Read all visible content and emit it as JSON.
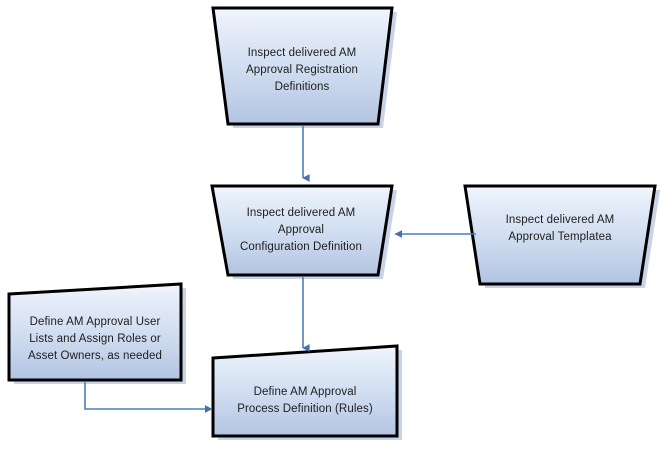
{
  "diagram": {
    "type": "flowchart",
    "background_color": "#ffffff",
    "shape_style": {
      "fill_top_color": "#eaf0fa",
      "fill_bottom_color": "#b4c5e3",
      "border_color": "#000000",
      "border_width": 3,
      "shadow_color": "#c6d2e8",
      "text_color": "#1d1d1d"
    },
    "connector_style": {
      "line_color": "#4a7ebb",
      "arrow_color": "#4472b0",
      "line_width": 1.6
    },
    "nodes": [
      {
        "id": "inspect-registration-definitions",
        "name": "inspect-registration-definitions-node",
        "shape": "trapezoid",
        "text": "Inspect delivered AM\nApproval  Registration\nDefinitions"
      },
      {
        "id": "inspect-configuration-definition",
        "name": "inspect-configuration-definition-node",
        "shape": "trapezoid",
        "text": "Inspect delivered AM\nApproval\nConfiguration Definition"
      },
      {
        "id": "inspect-templatea",
        "name": "inspect-approval-templatea-node",
        "shape": "trapezoid",
        "text": "Inspect delivered AM\nApproval  Templatea"
      },
      {
        "id": "define-user-lists",
        "name": "define-approval-user-lists-node",
        "shape": "slanted-quadrilateral",
        "text": "Define AM Approval User\nLists and Assign Roles or\nAsset Owners, as needed"
      },
      {
        "id": "define-process-definition",
        "name": "define-process-definition-node",
        "shape": "slanted-quadrilateral",
        "text": "Define AM Approval\nProcess Definition (Rules)"
      }
    ],
    "connectors": [
      {
        "id": "conn-registration-to-configuration",
        "name": "connector-registration-to-configuration",
        "from": "inspect-registration-definitions",
        "to": "inspect-configuration-definition",
        "direction": "down"
      },
      {
        "id": "conn-templatea-to-configuration",
        "name": "connector-templatea-to-configuration",
        "from": "inspect-templatea",
        "to": "inspect-configuration-definition",
        "direction": "left"
      },
      {
        "id": "conn-configuration-to-process",
        "name": "connector-configuration-to-process",
        "from": "inspect-configuration-definition",
        "to": "define-process-definition",
        "direction": "down"
      },
      {
        "id": "conn-userlists-to-process",
        "name": "connector-userlists-to-process",
        "from": "define-user-lists",
        "to": "define-process-definition",
        "direction": "down-right-elbow"
      }
    ]
  }
}
